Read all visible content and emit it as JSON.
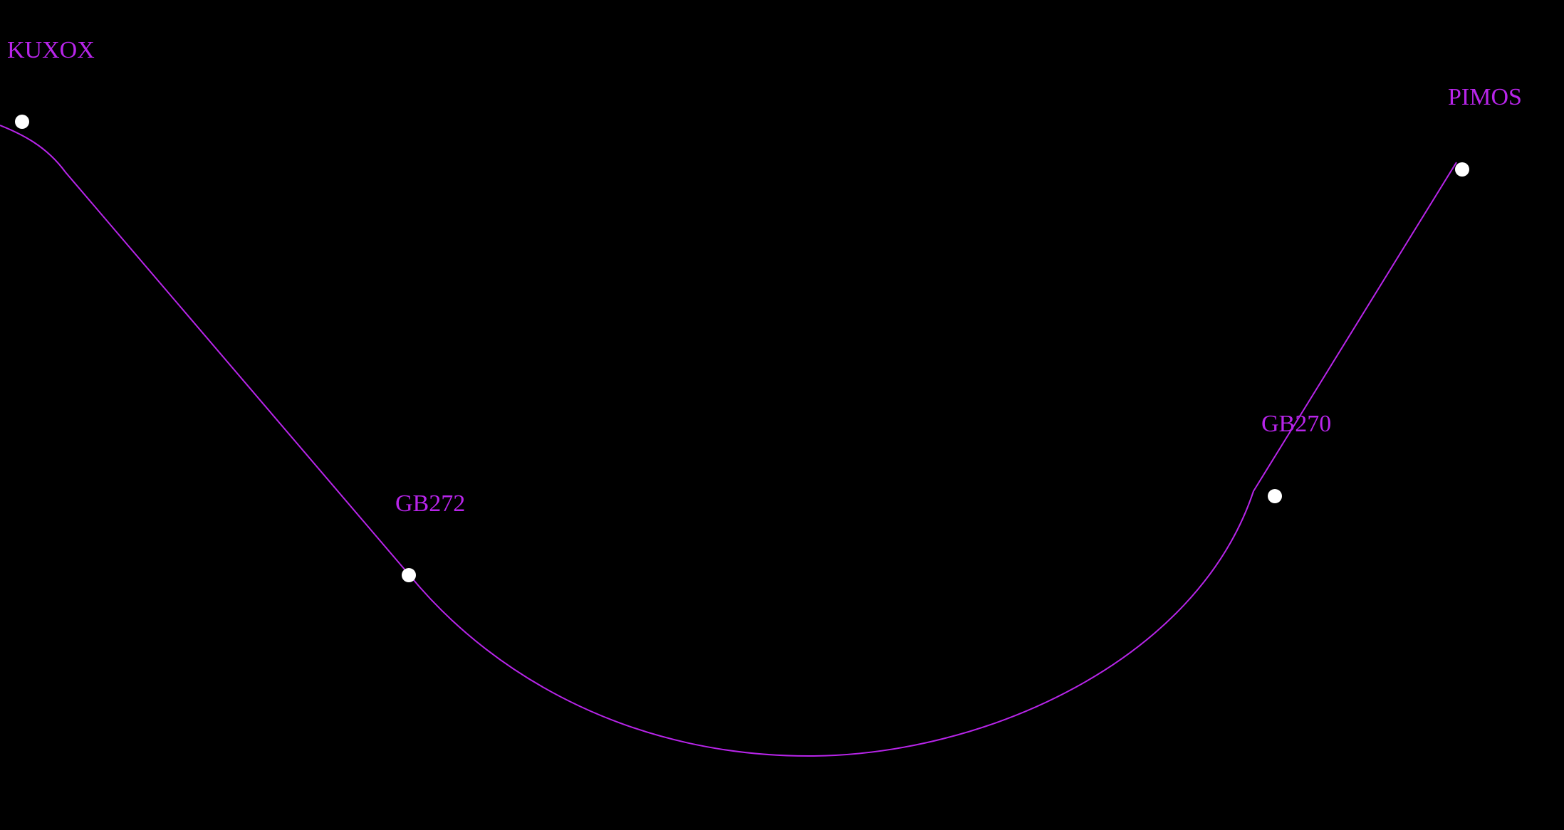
{
  "colors": {
    "background": "#000000",
    "route": "#b825ea",
    "label": "#b825ea",
    "waypoint": "#ffffff"
  },
  "waypoints": [
    {
      "id": "kuxox",
      "name": "KUXOX",
      "icon": "waypoint-dot"
    },
    {
      "id": "gb272",
      "name": "GB272",
      "icon": "waypoint-dot"
    },
    {
      "id": "gb270",
      "name": "GB270",
      "icon": "waypoint-dot"
    },
    {
      "id": "pimos",
      "name": "PIMOS",
      "icon": "waypoint-dot"
    }
  ]
}
